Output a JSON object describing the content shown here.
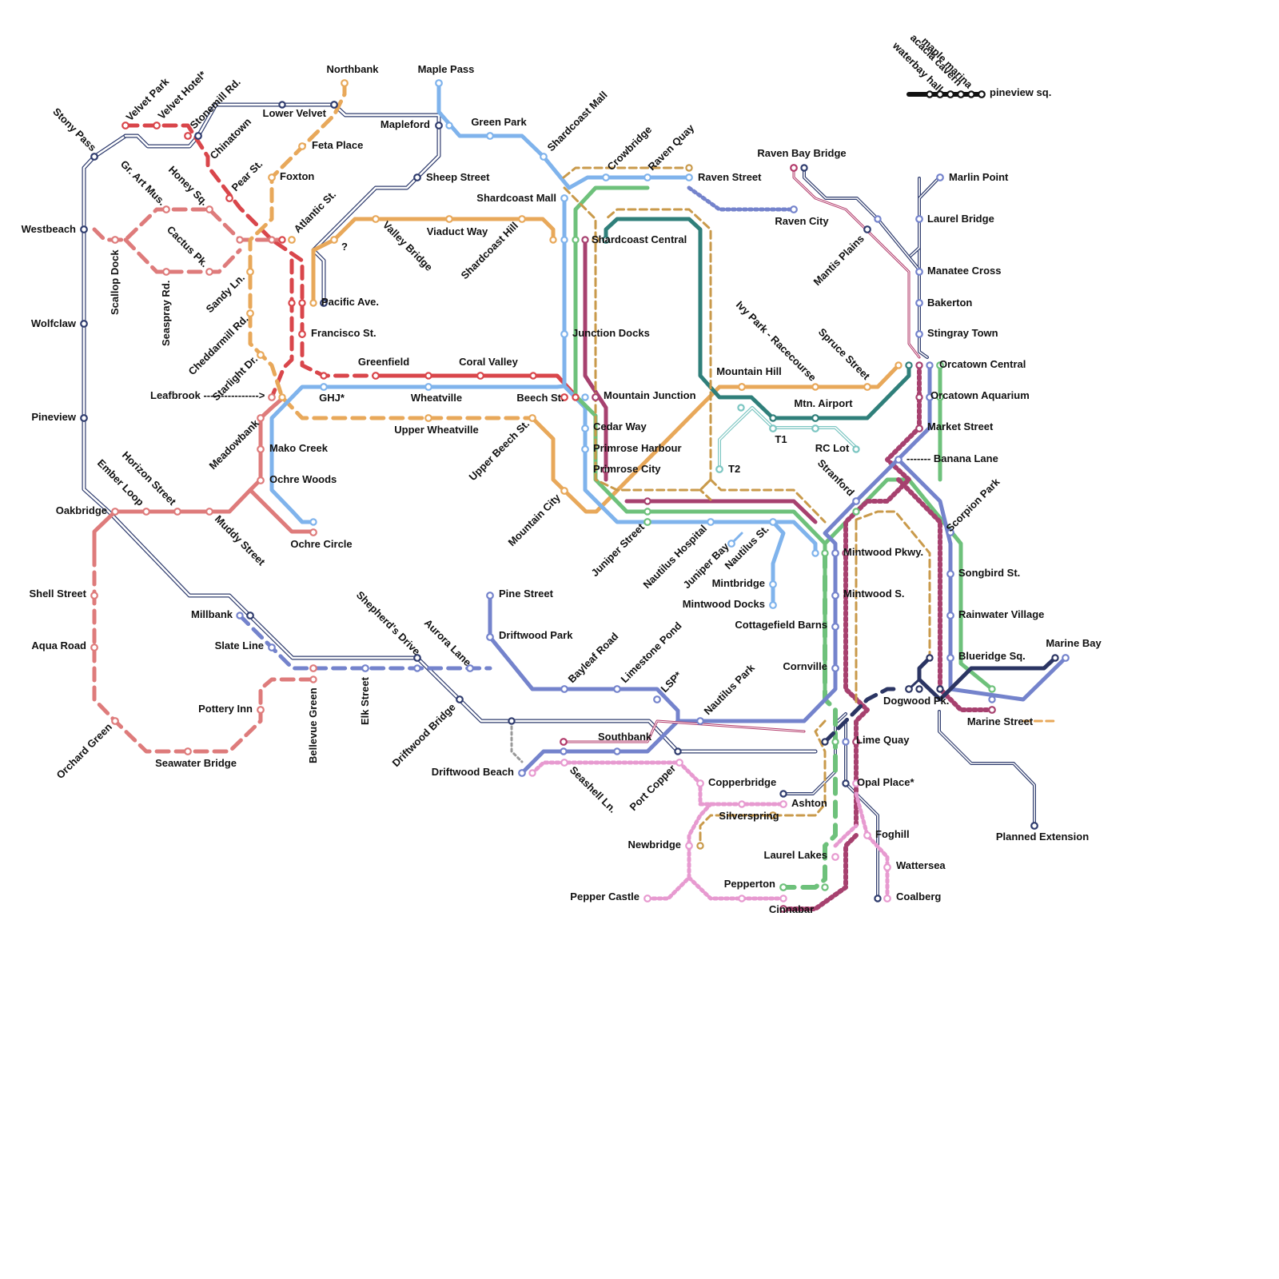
{
  "lines": [
    {
      "id": "navy",
      "color": "#2f3c6e",
      "style": "double"
    },
    {
      "id": "red",
      "color": "#d9464b",
      "style": "mixed"
    },
    {
      "id": "salmon",
      "color": "#de7b7b",
      "style": "mixed"
    },
    {
      "id": "orange",
      "color": "#e8a85a",
      "style": "mixed"
    },
    {
      "id": "sky",
      "color": "#7fb3ec",
      "style": "solid"
    },
    {
      "id": "green",
      "color": "#6ec17b",
      "style": "mixed"
    },
    {
      "id": "teal",
      "color": "#2f7f7a",
      "style": "solid"
    },
    {
      "id": "tealLight",
      "color": "#7cc6c2",
      "style": "double"
    },
    {
      "id": "plum",
      "color": "#a7416f",
      "style": "mixed"
    },
    {
      "id": "periwinkle",
      "color": "#7483cc",
      "style": "mixed"
    },
    {
      "id": "gold",
      "color": "#c99a4b",
      "style": "mixed"
    },
    {
      "id": "pink",
      "color": "#e79ad0",
      "style": "dotted"
    },
    {
      "id": "magenta",
      "color": "#b23a6a",
      "style": "double"
    },
    {
      "id": "darknavy",
      "color": "#2b3563",
      "style": "mixed"
    },
    {
      "id": "grey",
      "color": "#999999",
      "style": "dotted"
    },
    {
      "id": "black",
      "color": "#111111",
      "style": "solid"
    }
  ],
  "stations": [
    {
      "id": "northbank",
      "label": "Northbank"
    },
    {
      "id": "maple-pass",
      "label": "Maple Pass"
    },
    {
      "id": "velvet-park",
      "label": "Velvet Park"
    },
    {
      "id": "velvet-hotel",
      "label": "Velvet Hotel*"
    },
    {
      "id": "stonemill-rd",
      "label": "Stonemill Rd."
    },
    {
      "id": "stony-pass",
      "label": "Stony Pass"
    },
    {
      "id": "chinatown",
      "label": "Chinatown"
    },
    {
      "id": "lower-velvet",
      "label": "Lower Velvet"
    },
    {
      "id": "mapleford",
      "label": "Mapleford"
    },
    {
      "id": "green-park",
      "label": "Green Park"
    },
    {
      "id": "shardcoast-mall-diag",
      "label": "Shardcoast Mall"
    },
    {
      "id": "feta-place",
      "label": "Feta Place"
    },
    {
      "id": "gr-art-mus",
      "label": "Gr. Art Mus."
    },
    {
      "id": "honey-sq",
      "label": "Honey Sq."
    },
    {
      "id": "pear-st",
      "label": "Pear St."
    },
    {
      "id": "foxton",
      "label": "Foxton"
    },
    {
      "id": "sheep-street",
      "label": "Sheep Street"
    },
    {
      "id": "crowbridge",
      "label": "Crowbridge"
    },
    {
      "id": "raven-quay",
      "label": "Raven Quay"
    },
    {
      "id": "raven-bay-bridge",
      "label": "Raven Bay Bridge"
    },
    {
      "id": "raven-street",
      "label": "Raven Street"
    },
    {
      "id": "marlin-point",
      "label": "Marlin Point"
    },
    {
      "id": "shardcoast-mall",
      "label": "Shardcoast Mall"
    },
    {
      "id": "atlantic-st",
      "label": "Atlantic St."
    },
    {
      "id": "westbeach",
      "label": "Westbeach"
    },
    {
      "id": "cactus-pk",
      "label": "Cactus Pk."
    },
    {
      "id": "valley-bridge",
      "label": "Valley Bridge"
    },
    {
      "id": "viaduct-way",
      "label": "Viaduct Way"
    },
    {
      "id": "shardcoast-hill",
      "label": "Shardcoast Hill"
    },
    {
      "id": "raven-city",
      "label": "Raven City"
    },
    {
      "id": "laurel-bridge",
      "label": "Laurel Bridge"
    },
    {
      "id": "q-station",
      "label": "?"
    },
    {
      "id": "shardcoast-central",
      "label": "Shardcoast Central"
    },
    {
      "id": "mantis-plains",
      "label": "Mantis Plains"
    },
    {
      "id": "manatee-cross",
      "label": "Manatee Cross"
    },
    {
      "id": "scallop-dock",
      "label": "Scallop Dock"
    },
    {
      "id": "seaspray-rd",
      "label": "Seaspray Rd."
    },
    {
      "id": "sandy-ln",
      "label": "Sandy Ln."
    },
    {
      "id": "pacific-ave",
      "label": "Pacific Ave."
    },
    {
      "id": "bakerton",
      "label": "Bakerton"
    },
    {
      "id": "wolfclaw",
      "label": "Wolfclaw"
    },
    {
      "id": "cheddarmill-rd",
      "label": "Cheddarmill Rd."
    },
    {
      "id": "francisco-st",
      "label": "Francisco St."
    },
    {
      "id": "junction-docks",
      "label": "Junction Docks"
    },
    {
      "id": "ivy-park",
      "label": "Ivy Park - Racecourse"
    },
    {
      "id": "spruce-street",
      "label": "Spruce Street"
    },
    {
      "id": "stingray-town",
      "label": "Stingray Town"
    },
    {
      "id": "starlight-dr",
      "label": "Starlight Dr."
    },
    {
      "id": "greenfield",
      "label": "Greenfield"
    },
    {
      "id": "coral-valley",
      "label": "Coral Valley"
    },
    {
      "id": "orcatown-central",
      "label": "Orcatown Central"
    },
    {
      "id": "mountain-hill",
      "label": "Mountain Hill"
    },
    {
      "id": "leafbrook",
      "label": "Leafbrook ---------------->"
    },
    {
      "id": "ghj",
      "label": "GHJ*"
    },
    {
      "id": "wheatville",
      "label": "Wheatville"
    },
    {
      "id": "beech-st",
      "label": "Beech St."
    },
    {
      "id": "mountain-junction",
      "label": "Mountain Junction"
    },
    {
      "id": "orcatown-aquarium",
      "label": "Orcatown Aquarium"
    },
    {
      "id": "pineview",
      "label": "Pineview"
    },
    {
      "id": "mtn-airport",
      "label": "Mtn. Airport"
    },
    {
      "id": "meadowbank",
      "label": "Meadowbank"
    },
    {
      "id": "upper-wheatville",
      "label": "Upper Wheatville"
    },
    {
      "id": "upper-beech-st",
      "label": "Upper Beech St."
    },
    {
      "id": "cedar-way",
      "label": "Cedar Way"
    },
    {
      "id": "market-street",
      "label": "Market Street"
    },
    {
      "id": "t1",
      "label": "T1"
    },
    {
      "id": "mako-creek",
      "label": "Mako Creek"
    },
    {
      "id": "rc-lot",
      "label": "RC Lot"
    },
    {
      "id": "primrose-harbour",
      "label": "Primrose Harbour"
    },
    {
      "id": "banana-lane",
      "label": "-------  Banana Lane"
    },
    {
      "id": "stranford",
      "label": "Stranford"
    },
    {
      "id": "horizon-street",
      "label": "Horizon Street"
    },
    {
      "id": "ember-loop",
      "label": "Ember Loop"
    },
    {
      "id": "primrose-city",
      "label": "Primrose City"
    },
    {
      "id": "t2",
      "label": "T2"
    },
    {
      "id": "ochre-woods",
      "label": "Ochre Woods"
    },
    {
      "id": "scorpion-park",
      "label": "Scorpion Park"
    },
    {
      "id": "mountain-city",
      "label": "Mountain City"
    },
    {
      "id": "oakbridge",
      "label": "Oakbridge"
    },
    {
      "id": "muddy-street",
      "label": "Muddy Street"
    },
    {
      "id": "ochre-circle",
      "label": "Ochre Circle"
    },
    {
      "id": "juniper-street",
      "label": "Juniper Street"
    },
    {
      "id": "nautilus-hospital",
      "label": "Nautilus Hospital"
    },
    {
      "id": "juniper-bay",
      "label": "Juniper Bay"
    },
    {
      "id": "nautilus-st",
      "label": "Nautilus St."
    },
    {
      "id": "mintwood-pkwy",
      "label": "Mintwood Pkwy."
    },
    {
      "id": "songbird-st",
      "label": "Songbird St."
    },
    {
      "id": "mintbridge",
      "label": "Mintbridge"
    },
    {
      "id": "pine-street",
      "label": "Pine Street"
    },
    {
      "id": "shell-street",
      "label": "Shell Street"
    },
    {
      "id": "shepherds-drive",
      "label": "Shepherd's Drive"
    },
    {
      "id": "mintwood-s",
      "label": "Mintwood S."
    },
    {
      "id": "mintwood-docks",
      "label": "Mintwood Docks"
    },
    {
      "id": "millbank",
      "label": "Millbank"
    },
    {
      "id": "aurora-lane",
      "label": "Aurora Lane"
    },
    {
      "id": "rainwater-village",
      "label": "Rainwater Village"
    },
    {
      "id": "cottagefield-barns",
      "label": "Cottagefield Barns"
    },
    {
      "id": "driftwood-park",
      "label": "Driftwood Park"
    },
    {
      "id": "bayleaf-road",
      "label": "Bayleaf Road"
    },
    {
      "id": "limestone-pond",
      "label": "Limestone Pond"
    },
    {
      "id": "aqua-road",
      "label": "Aqua Road"
    },
    {
      "id": "slate-line",
      "label": "Slate Line"
    },
    {
      "id": "marine-bay",
      "label": "Marine Bay"
    },
    {
      "id": "blueridge-sq",
      "label": "Blueridge Sq."
    },
    {
      "id": "nautilus-park",
      "label": "Nautilus Park"
    },
    {
      "id": "cornville",
      "label": "Cornville"
    },
    {
      "id": "lsp",
      "label": "LSP*"
    },
    {
      "id": "bellevue-green",
      "label": "Bellevue Green"
    },
    {
      "id": "elk-street",
      "label": "Elk Street"
    },
    {
      "id": "dogwood-pk",
      "label": "Dogwood Pk."
    },
    {
      "id": "pottery-inn",
      "label": "Pottery Inn"
    },
    {
      "id": "marine-street",
      "label": "Marine Street"
    },
    {
      "id": "driftwood-bridge",
      "label": "Driftwood Bridge"
    },
    {
      "id": "southbank",
      "label": "Southbank"
    },
    {
      "id": "lime-quay",
      "label": "Lime Quay"
    },
    {
      "id": "orchard-green",
      "label": "Orchard Green"
    },
    {
      "id": "seawater-bridge",
      "label": "Seawater Bridge"
    },
    {
      "id": "driftwood-beach",
      "label": "Driftwood Beach"
    },
    {
      "id": "seashell-ln",
      "label": "Seashell Ln."
    },
    {
      "id": "port-copper",
      "label": "Port Copper"
    },
    {
      "id": "copperbridge",
      "label": "Copperbridge"
    },
    {
      "id": "opal-place",
      "label": "Opal Place*"
    },
    {
      "id": "ashton",
      "label": "Ashton"
    },
    {
      "id": "silverspring",
      "label": "Silverspring"
    },
    {
      "id": "planned-extension",
      "label": "Planned Extension"
    },
    {
      "id": "foghill",
      "label": "Foghill"
    },
    {
      "id": "newbridge",
      "label": "Newbridge"
    },
    {
      "id": "laurel-lakes",
      "label": "Laurel Lakes"
    },
    {
      "id": "wattersea",
      "label": "Wattersea"
    },
    {
      "id": "pepperton",
      "label": "Pepperton"
    },
    {
      "id": "pepper-castle",
      "label": "Pepper Castle"
    },
    {
      "id": "coalberg",
      "label": "Coalberg"
    },
    {
      "id": "cinnabar",
      "label": "Cinnabar"
    },
    {
      "id": "waterbay-hall",
      "label": "waterbay hall"
    },
    {
      "id": "acacia-cavern",
      "label": "acacia cavern"
    },
    {
      "id": "maple-marina",
      "label": "maple marina"
    },
    {
      "id": "pineview-sq",
      "label": "pineview sq."
    }
  ]
}
